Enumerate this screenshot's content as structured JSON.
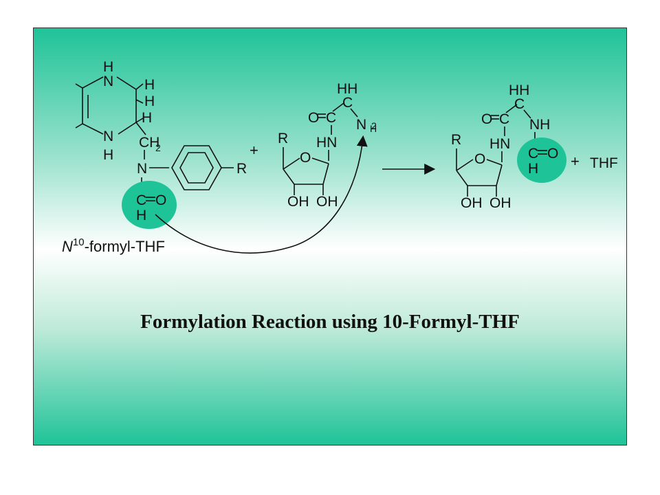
{
  "diagram": {
    "caption": "Formylation Reaction using 10-Formyl-THF",
    "reactant_label_sup": "10",
    "reactant_label_text": "-formyl-THF",
    "reactant_label_prefix": "N",
    "byproduct": "THF",
    "plus_sign": "+",
    "highlight_color": "#1fc398"
  }
}
